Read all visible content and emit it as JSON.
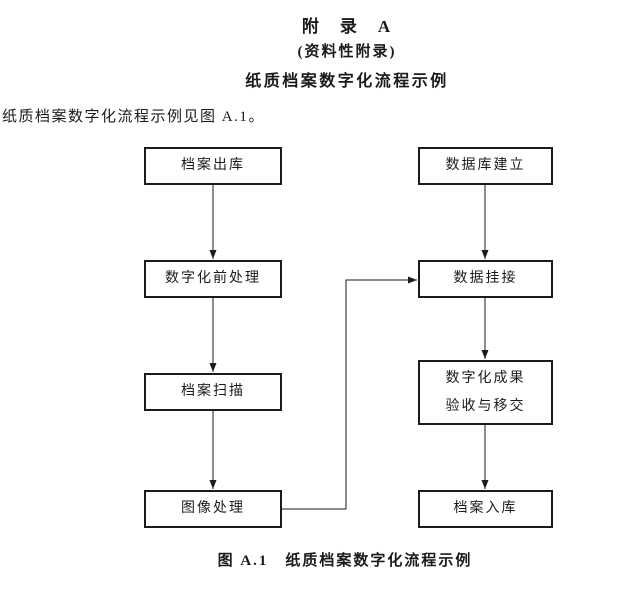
{
  "page": {
    "appendix_title": "附　录　A",
    "appendix_subtitle": "(资料性附录)",
    "appendix_heading": "纸质档案数字化流程示例",
    "intro_text": "纸质档案数字化流程示例见图 A.1。",
    "figure_caption": "图 A.1　纸质档案数字化流程示例"
  },
  "flowchart": {
    "left_column": [
      "档案出库",
      "数字化前处理",
      "档案扫描",
      "图像处理"
    ],
    "right_column": [
      "数据库建立",
      "数据挂接",
      "数字化成果\n验收与移交",
      "档案入库"
    ]
  },
  "colors": {
    "text": "#1b1b1b",
    "line": "#1b1b1b",
    "background": "#ffffff"
  }
}
